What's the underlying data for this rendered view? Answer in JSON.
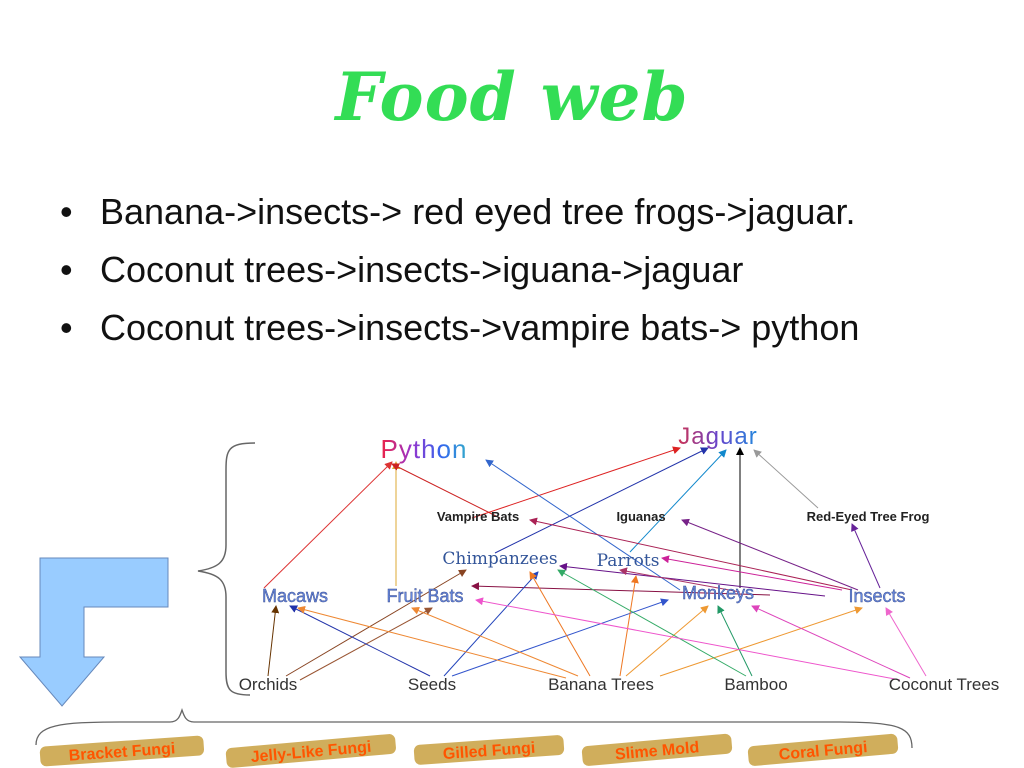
{
  "slide": {
    "title": "Food web",
    "bullets": [
      "Banana->insects-> red eyed tree frogs->jaguar.",
      "Coconut trees->insects->iguana->jaguar",
      "Coconut trees->insects->vampire bats-> python"
    ]
  },
  "diagram": {
    "top_predators": {
      "python": "Python",
      "jaguar": "Jaguar"
    },
    "secondary": {
      "vampire_bats": "Vampire Bats",
      "iguanas": "Iguanas",
      "red_eyed_tree_frog": "Red-Eyed Tree Frog"
    },
    "mid": {
      "chimpanzees": "Chimpanzees",
      "parrots": "Parrots"
    },
    "primary": {
      "macaws": "Macaws",
      "fruit_bats": "Fruit Bats",
      "monkeys": "Monkeys",
      "insects": "Insects"
    },
    "producers": {
      "orchids": "Orchids",
      "seeds": "Seeds",
      "banana_trees": "Banana Trees",
      "bamboo": "Bamboo",
      "coconut_trees": "Coconut Trees"
    },
    "decomposers": {
      "bracket_fungi": "Bracket Fungi",
      "jelly_like_fungi": "Jelly-Like Fungi",
      "gilled_fungi": "Gilled Fungi",
      "slime_mold": "Slime Mold",
      "coral_fungi": "Coral Fungi"
    }
  },
  "colors": {
    "title": "#33dd55",
    "arrow_block": "#99ccff",
    "decomposer_text": "#ff5500",
    "decomposer_bg": "#c8a040"
  }
}
